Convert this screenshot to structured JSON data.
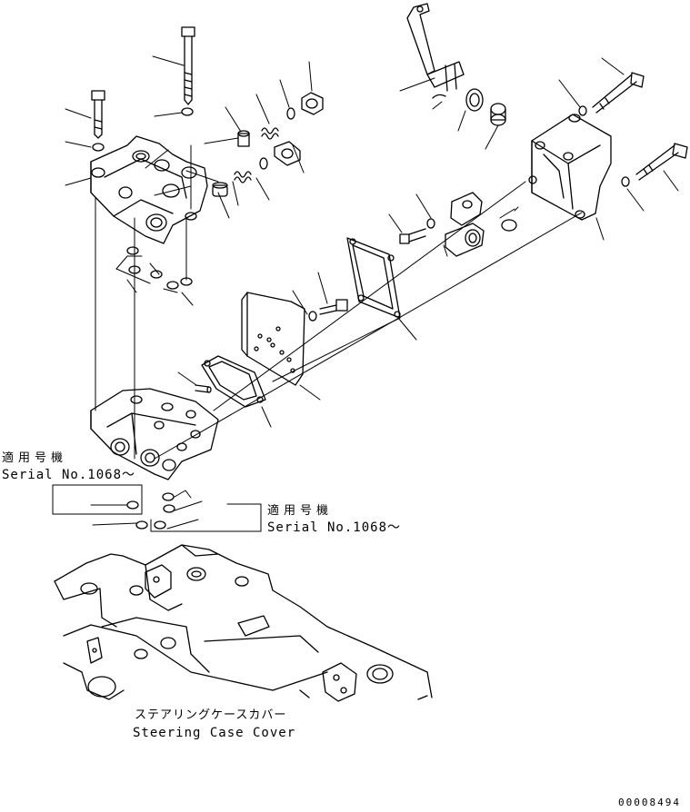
{
  "labels": {
    "serial_left": {
      "heading_jp": "適用号機",
      "serial": "Serial No.1068～"
    },
    "serial_right": {
      "heading_jp": "適用号機",
      "serial": "Serial No.1068～"
    },
    "case_cover": {
      "name_jp": "ステアリングケースカバー",
      "name_en": "Steering Case Cover"
    }
  },
  "document_number": "00008494",
  "colors": {
    "line": "#000000",
    "background": "#ffffff"
  }
}
